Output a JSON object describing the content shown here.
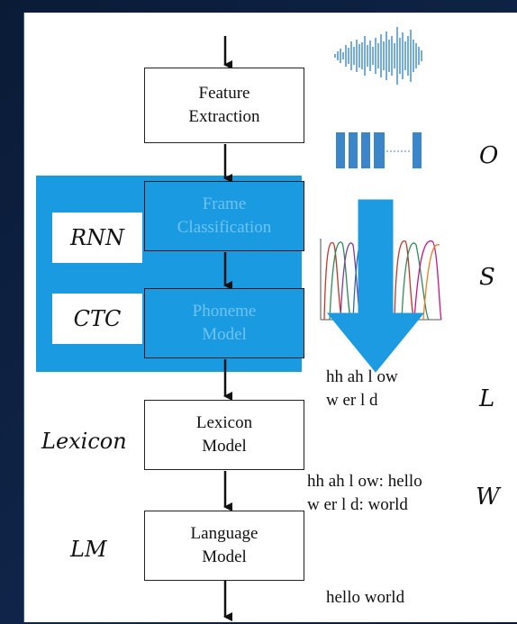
{
  "boxes": {
    "feature": "Feature\nExtraction",
    "frame": "Frame\nClassification",
    "phoneme": "Phoneme\nModel",
    "lexicon": "Lexicon\nModel",
    "language": "Language\nModel"
  },
  "labels": {
    "rnn": "RNN",
    "ctc": "CTC",
    "lexicon": "Lexicon",
    "lm": "LM"
  },
  "variables": {
    "o": "O",
    "s": "S",
    "l": "L",
    "w": "W"
  },
  "texts": {
    "phones": "hh ah l ow\nw er l d",
    "mapping": "hh ah l ow: hello\nw er l d: world",
    "output": "hello world"
  },
  "colors": {
    "accent": "#1a9ae0",
    "background": "#0b1a33"
  }
}
